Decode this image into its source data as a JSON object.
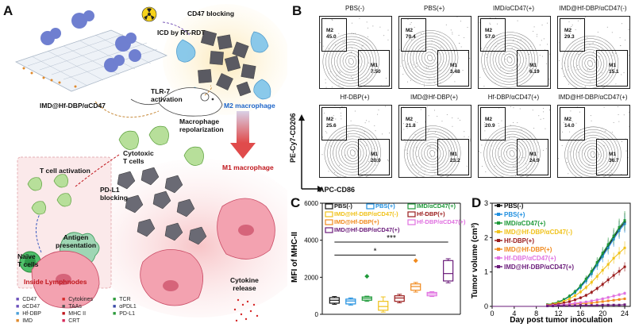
{
  "panelA": {
    "letter": "A",
    "labels": {
      "cd47_blocking": "CD47 blocking",
      "icd": "ICD by RT-RDT",
      "tlr7": "TLR-7\nactivation",
      "m2": "M2 macrophage",
      "nano": "IMD@Hf-DBP/αCD47",
      "repol": "Macrophage\nrepolarization",
      "m1": "M1 macrophage",
      "ctl": "Cytotoxic\nT cells",
      "tact": "T cell activation",
      "pdl1": "PD-L1\nblocking",
      "antigen": "Antigen\npresentation",
      "naive": "Naïve\nT cells",
      "lymph": "Inside Lymphnodes",
      "cytokine": "Cytokine\nrelease"
    },
    "legend": [
      {
        "icon": "cd47-icon",
        "text": "CD47",
        "color": "#6b4fbb"
      },
      {
        "icon": "anticd47-icon",
        "text": "αCD47",
        "color": "#6b4fbb"
      },
      {
        "icon": "hfdbp-icon",
        "text": "Hf-DBP",
        "color": "#4a9fd8"
      },
      {
        "icon": "imd-icon",
        "text": "IMD",
        "color": "#e08a2c"
      },
      {
        "icon": "cytokines-icon",
        "text": "Cytokines",
        "color": "#d62828"
      },
      {
        "icon": "taas-icon",
        "text": "TAAs",
        "color": "#555555"
      },
      {
        "icon": "mhc-icon",
        "text": "MHC II",
        "color": "#c0161c"
      },
      {
        "icon": "crt-icon",
        "text": "CRT",
        "color": "#d62858"
      },
      {
        "icon": "tcr-icon",
        "text": "TCR",
        "color": "#2a9a3a"
      },
      {
        "icon": "apdl1-icon",
        "text": "αPDL1",
        "color": "#3a4aa8"
      },
      {
        "icon": "pdl1-icon",
        "text": "PD-L1",
        "color": "#2a9a3a"
      }
    ]
  },
  "panelB": {
    "letter": "B",
    "ylabel": "PE-Cy7-CD206",
    "xlabel": "APC-CD86",
    "plots": [
      {
        "title": "PBS(-)",
        "m2": "45.0",
        "m1": "7.50"
      },
      {
        "title": "PBS(+)",
        "m2": "70.4",
        "m1": "3.48"
      },
      {
        "title": "IMD/αCD47(+)",
        "m2": "57.0",
        "m1": "6.19"
      },
      {
        "title": "IMD@Hf-DBP/αCD47(-)",
        "m2": "29.3",
        "m1": "15.1"
      },
      {
        "title": "Hf-DBP(+)",
        "m2": "25.6",
        "m1": "20.0"
      },
      {
        "title": "IMD@Hf-DBP(+)",
        "m2": "21.8",
        "m1": "23.2"
      },
      {
        "title": "Hf-DBP/αCD47(+)",
        "m2": "20.9",
        "m1": "24.9"
      },
      {
        "title": "IMD@Hf-DBP/αCD47(+)",
        "m2": "14.0",
        "m1": "36.7"
      }
    ],
    "gate_m2": "M2",
    "gate_m1": "M1"
  },
  "chart_data": [
    {
      "type": "box",
      "panel": "C",
      "ylabel": "MFI of MHC-II",
      "ylim": [
        0,
        6000
      ],
      "yticks": [
        0,
        2000,
        4000,
        6000
      ],
      "series": [
        {
          "name": "PBS(-)",
          "color": "#111111",
          "median": 760,
          "q1": 600,
          "q3": 900,
          "min": 540,
          "max": 960
        },
        {
          "name": "PBS(+)",
          "color": "#1e8fe0",
          "median": 720,
          "q1": 560,
          "q3": 820,
          "min": 500,
          "max": 880
        },
        {
          "name": "IMD/αCD47(+)",
          "color": "#1f9a3a",
          "median": 860,
          "q1": 760,
          "q3": 940,
          "min": 700,
          "max": 980,
          "outlier": 2050
        },
        {
          "name": "IMD@Hf-DBP/αCD47(-)",
          "color": "#f0c21a",
          "median": 420,
          "q1": 220,
          "q3": 700,
          "min": 120,
          "max": 940
        },
        {
          "name": "Hf-DBP(+)",
          "color": "#9a1b1b",
          "median": 880,
          "q1": 700,
          "q3": 1000,
          "min": 620,
          "max": 1080
        },
        {
          "name": "IMD@Hf-DBP(+)",
          "color": "#f08a1e",
          "median": 1500,
          "q1": 1300,
          "q3": 1640,
          "min": 1200,
          "max": 1720,
          "outlier": 2900
        },
        {
          "name": "Hf-DBP/αCD47(+)",
          "color": "#e070e0",
          "median": 1100,
          "q1": 1000,
          "q3": 1180,
          "min": 960,
          "max": 1220
        },
        {
          "name": "IMD@Hf-DBP/αCD47(+)",
          "color": "#6a1b7a",
          "median": 2200,
          "q1": 1800,
          "q3": 2900,
          "min": 1700,
          "max": 3000
        }
      ],
      "annotations": [
        "*",
        "***"
      ]
    },
    {
      "type": "line",
      "panel": "D",
      "xlabel": "Day post tumor inoculation",
      "ylabel": "Tumor volume (cm³)",
      "xlim": [
        0,
        25
      ],
      "ylim": [
        0,
        3
      ],
      "xticks": [
        0,
        4,
        8,
        12,
        16,
        20,
        24
      ],
      "yticks": [
        0,
        1,
        2,
        3
      ],
      "x": [
        10,
        11,
        12,
        13,
        14,
        15,
        16,
        17,
        18,
        19,
        20,
        21,
        22,
        23,
        24
      ],
      "series": [
        {
          "name": "PBS(-)",
          "color": "#111111",
          "values": [
            0.05,
            0.08,
            0.13,
            0.2,
            0.3,
            0.42,
            0.58,
            0.78,
            1.0,
            1.25,
            1.5,
            1.75,
            2.0,
            2.25,
            2.45
          ]
        },
        {
          "name": "PBS(+)",
          "color": "#1e8fe0",
          "values": [
            0.05,
            0.08,
            0.12,
            0.19,
            0.28,
            0.4,
            0.55,
            0.74,
            0.95,
            1.2,
            1.45,
            1.7,
            1.95,
            2.2,
            2.4
          ]
        },
        {
          "name": "IMD/αCD47(+)",
          "color": "#1f9a3a",
          "values": [
            0.05,
            0.08,
            0.13,
            0.2,
            0.3,
            0.43,
            0.6,
            0.8,
            1.02,
            1.28,
            1.55,
            1.8,
            2.05,
            2.3,
            2.5
          ]
        },
        {
          "name": "IMD@Hf-DBP/αCD47(-)",
          "color": "#f0c21a",
          "values": [
            0.04,
            0.07,
            0.1,
            0.15,
            0.22,
            0.31,
            0.42,
            0.55,
            0.7,
            0.87,
            1.05,
            1.22,
            1.4,
            1.55,
            1.7
          ]
        },
        {
          "name": "Hf-DBP(+)",
          "color": "#9a1b1b",
          "values": [
            0.03,
            0.05,
            0.07,
            0.1,
            0.14,
            0.19,
            0.25,
            0.32,
            0.41,
            0.52,
            0.64,
            0.77,
            0.9,
            1.02,
            1.15
          ]
        },
        {
          "name": "IMD@Hf-DBP(+)",
          "color": "#f08a1e",
          "values": [
            0.02,
            0.03,
            0.04,
            0.05,
            0.06,
            0.07,
            0.08,
            0.09,
            0.1,
            0.12,
            0.14,
            0.16,
            0.18,
            0.2,
            0.22
          ]
        },
        {
          "name": "Hf-DBP/αCD47(+)",
          "color": "#e070e0",
          "values": [
            0.02,
            0.03,
            0.04,
            0.05,
            0.07,
            0.09,
            0.11,
            0.13,
            0.16,
            0.19,
            0.22,
            0.26,
            0.3,
            0.34,
            0.38
          ]
        },
        {
          "name": "IMD@Hf-DBP/αCD47(+)",
          "color": "#6a1b7a",
          "values": [
            0.01,
            0.01,
            0.02,
            0.02,
            0.02,
            0.02,
            0.03,
            0.03,
            0.03,
            0.03,
            0.04,
            0.04,
            0.04,
            0.04,
            0.05
          ]
        }
      ]
    }
  ]
}
